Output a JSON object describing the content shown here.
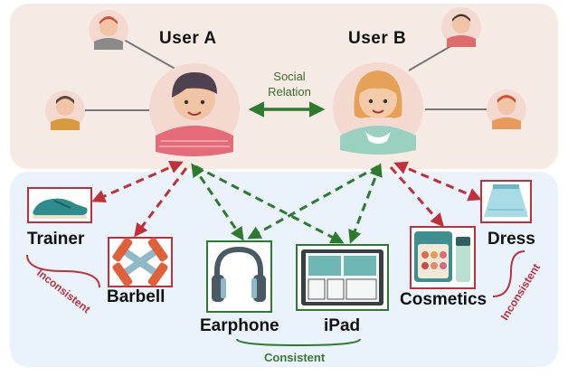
{
  "users": {
    "a": {
      "label": "User A"
    },
    "b": {
      "label": "User B"
    }
  },
  "relation": {
    "line1": "Social",
    "line2": "Relation"
  },
  "items": {
    "trainer": "Trainer",
    "barbell": "Barbell",
    "earphone": "Earphone",
    "ipad": "iPad",
    "cosmetics": "Cosmetics",
    "dress": "Dress"
  },
  "annotations": {
    "consistent": "Consistent",
    "inconsistent_left": "Inconsistent",
    "inconsistent_right": "Inconsistent"
  },
  "colors": {
    "top_panel": "#f6ebe4",
    "bottom_panel": "#eaf3fb",
    "consistent_arrow": "#2e7a2e",
    "inconsistent_arrow": "#c0303a"
  }
}
